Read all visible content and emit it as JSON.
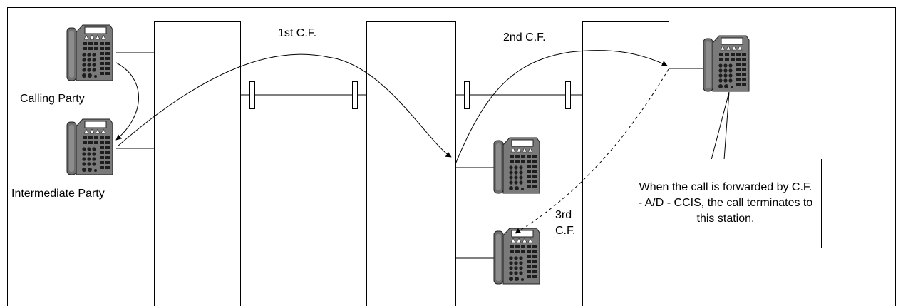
{
  "labels": {
    "calling_party": "Calling Party",
    "intermediate_party": "Intermediate Party",
    "first_cf": "1st C.F.",
    "second_cf": "2nd C.F.",
    "third_cf_line1": "3rd",
    "third_cf_line2": "C.F."
  },
  "callout": {
    "text": "When the call is forwarded by C.F. - A/D - CCIS, the call terminates to this station."
  },
  "icons": {
    "telephone": "telephone-icon"
  },
  "colors": {
    "line": "#000000",
    "phone_body": "#707070",
    "phone_dark": "#2a2a2a",
    "background": "#ffffff"
  }
}
